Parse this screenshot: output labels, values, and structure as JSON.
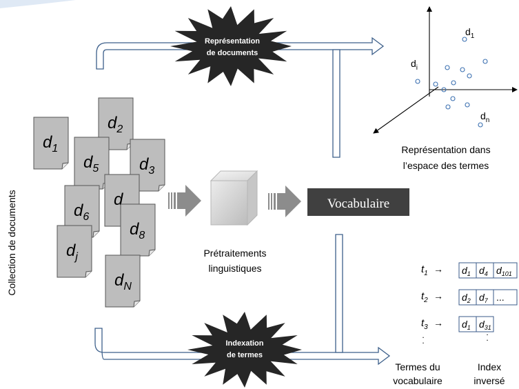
{
  "side_label": "Collection de documents",
  "burst_top": {
    "line1": "Représentation",
    "line2": "de documents"
  },
  "burst_bottom": {
    "line1": "Indexation",
    "line2": "de termes"
  },
  "documents": [
    {
      "base": "d",
      "sub": "1"
    },
    {
      "base": "d",
      "sub": "2"
    },
    {
      "base": "d",
      "sub": "5"
    },
    {
      "base": "d",
      "sub": "3"
    },
    {
      "base": "d",
      "sub": ""
    },
    {
      "base": "d",
      "sub": "6"
    },
    {
      "base": "d",
      "sub": "8"
    },
    {
      "base": "d",
      "sub": "j"
    },
    {
      "base": "d",
      "sub": "N"
    }
  ],
  "preprocessing": {
    "line1": "Prétraitements",
    "line2": "linguistiques"
  },
  "vocabulary_label": "Vocabulaire",
  "vector_space": {
    "points": [
      {
        "base": "d",
        "sub": "1"
      },
      {
        "base": "d",
        "sub": "i"
      },
      {
        "base": "d",
        "sub": "n"
      }
    ],
    "caption_line1": "Représentation dans",
    "caption_line2": "l’espace des termes"
  },
  "inverted_index": {
    "rows": [
      {
        "term": "t",
        "sub": "1",
        "postings": [
          {
            "base": "d",
            "sub": "1"
          },
          {
            "base": "d",
            "sub": "4"
          },
          {
            "base": "d",
            "sub": "101"
          }
        ]
      },
      {
        "term": "t",
        "sub": "2",
        "postings": [
          {
            "base": "d",
            "sub": "2"
          },
          {
            "base": "d",
            "sub": "7"
          },
          {
            "base": "...",
            "sub": ""
          }
        ]
      },
      {
        "term": "t",
        "sub": "3",
        "postings": [
          {
            "base": "d",
            "sub": "1"
          },
          {
            "base": "d",
            "sub": "31"
          }
        ]
      }
    ],
    "arrow": "→",
    "ellipsis": ".",
    "terms_caption_line1": "Termes du",
    "terms_caption_line2": "vocabulaire",
    "index_caption_line1": "Index",
    "index_caption_line2": "inversé"
  },
  "colors": {
    "document_fill": "#bdbdbd",
    "burst_fill": "#262626",
    "vocabulary_fill": "#404040",
    "arrow_fill": "#8c8c8c",
    "point_stroke": "#3a6fb0"
  }
}
